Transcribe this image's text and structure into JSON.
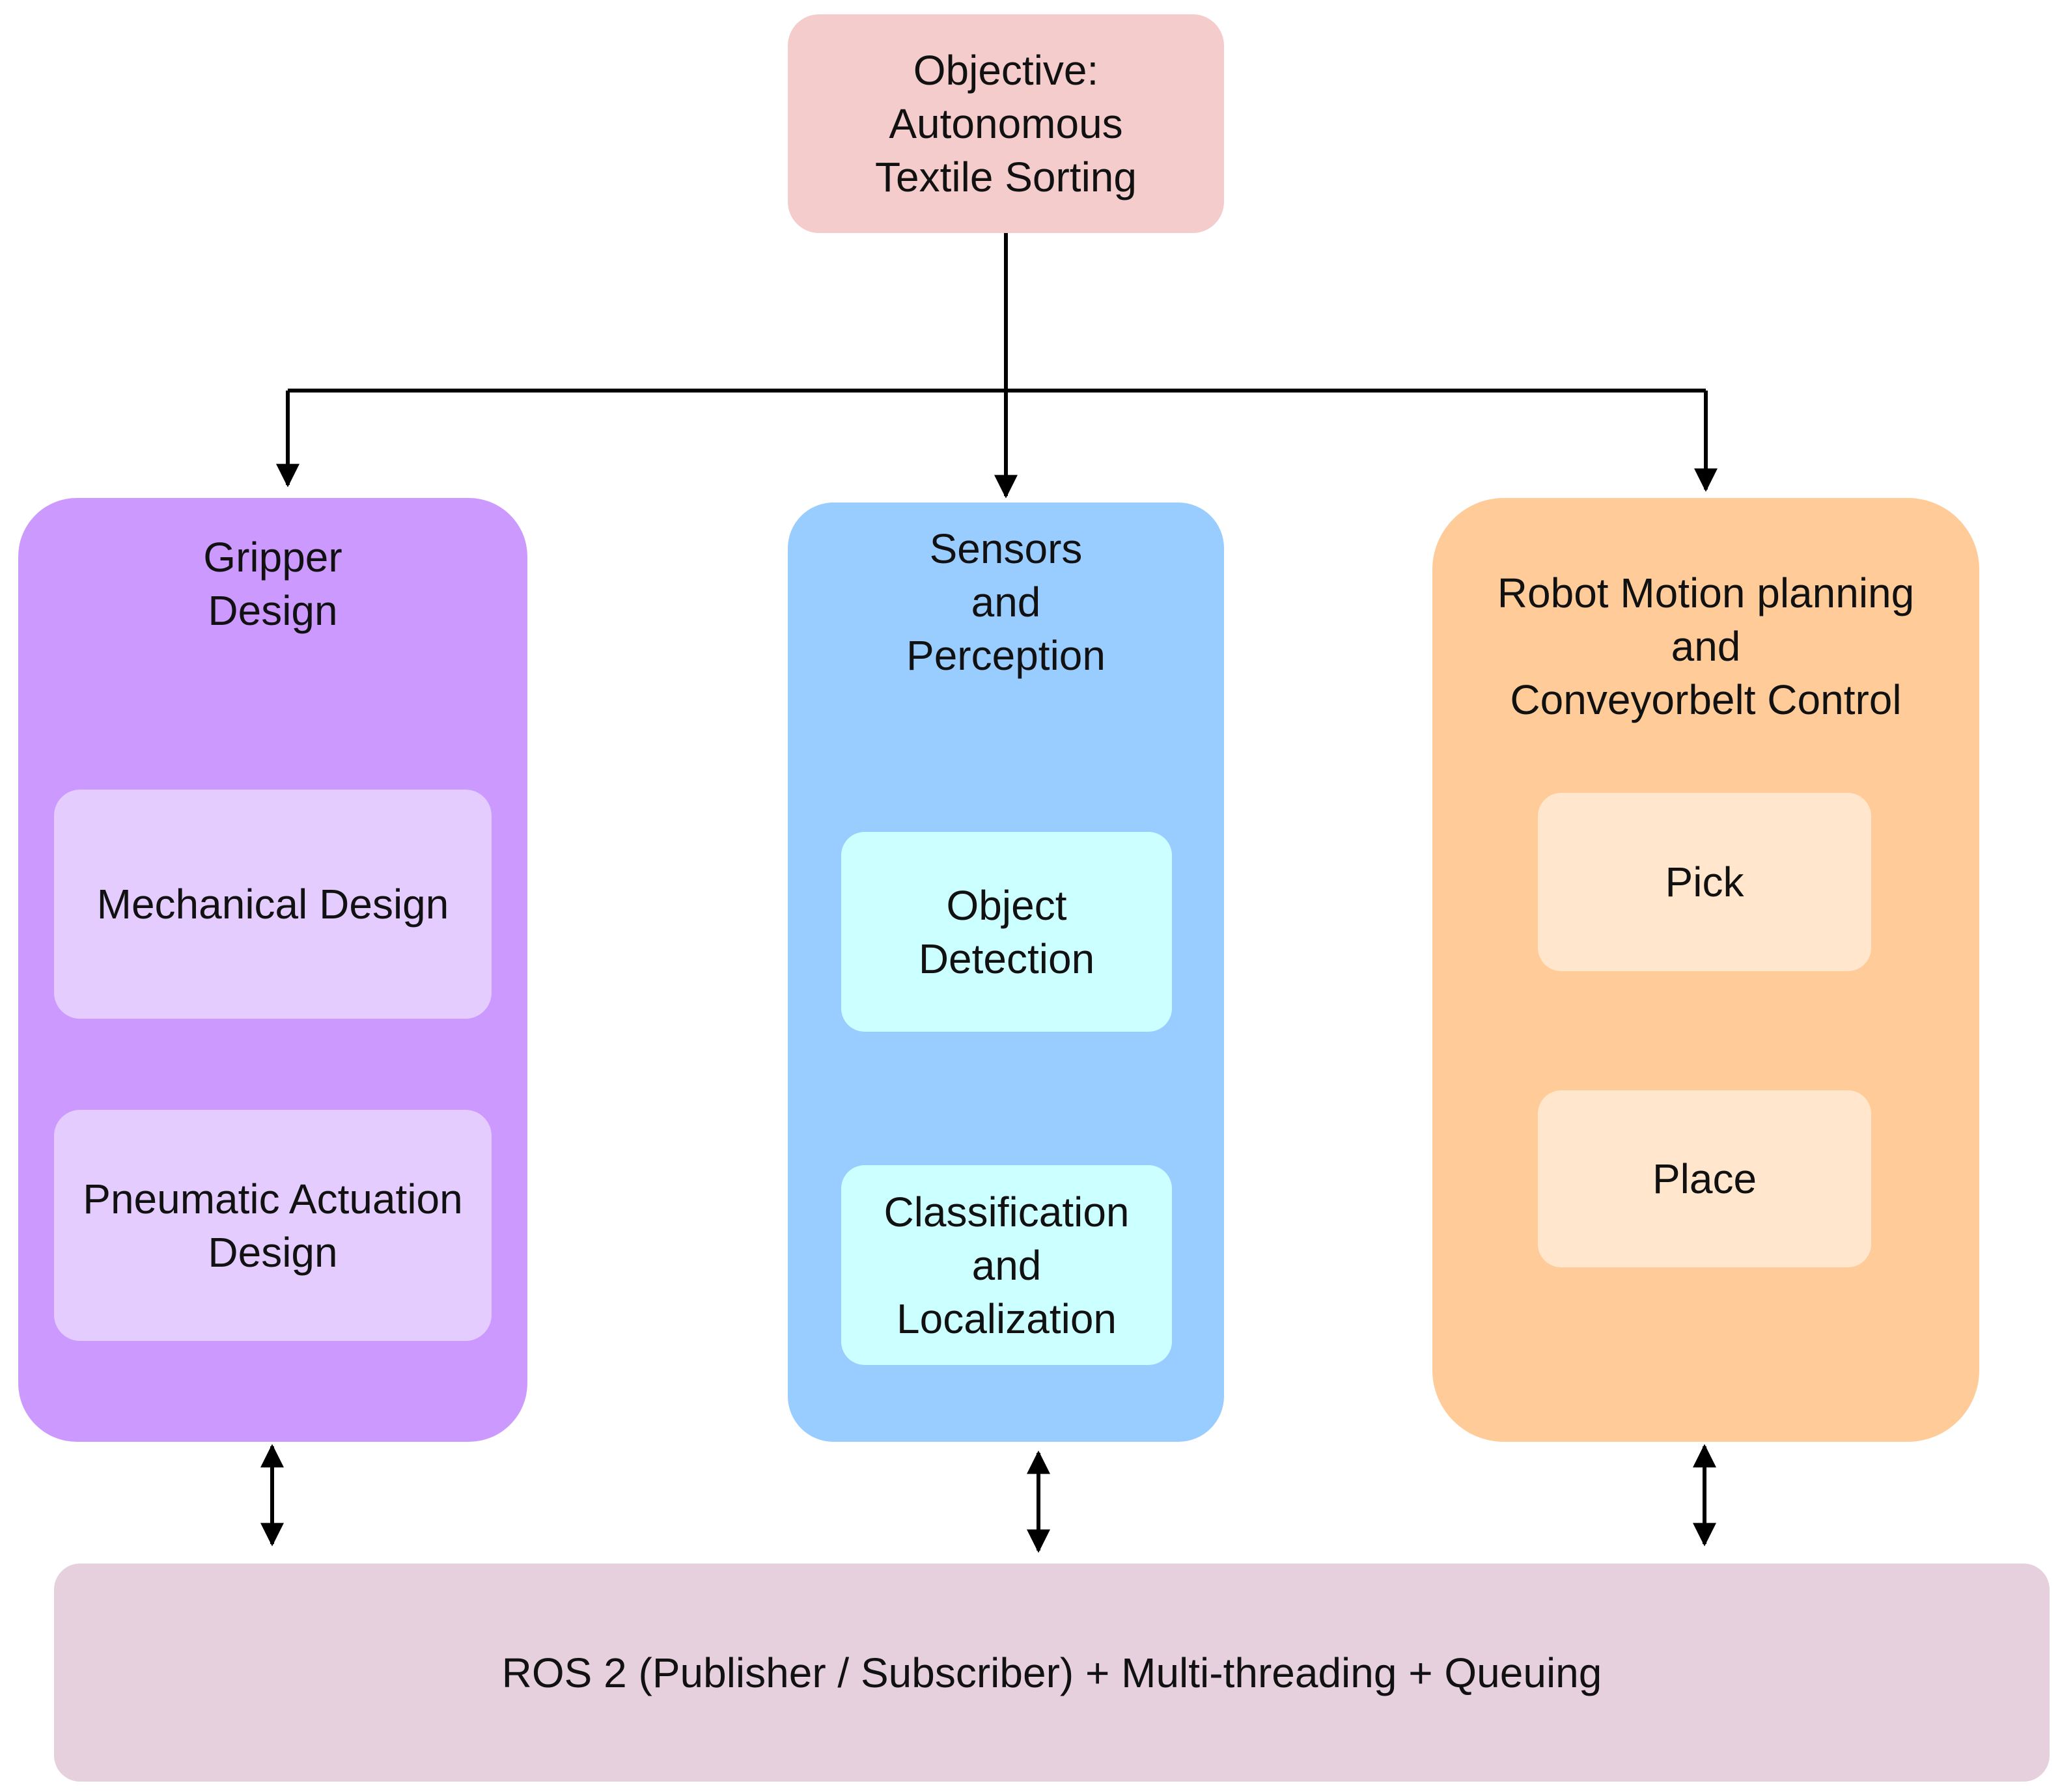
{
  "objective": {
    "label": "Objective:\nAutonomous\nTextile Sorting"
  },
  "gripper": {
    "title": "Gripper\nDesign",
    "mechanical": "Mechanical Design",
    "pneumatic": "Pneumatic Actuation\nDesign"
  },
  "sensors": {
    "title": "Sensors\nand\nPerception",
    "detection": "Object\nDetection",
    "classification": "Classification\nand\nLocalization"
  },
  "robot": {
    "title": "Robot Motion planning\nand\nConveyorbelt Control",
    "pick": "Pick",
    "place": "Place"
  },
  "ros": {
    "label": "ROS 2 (Publisher / Subscriber) + Multi-threading + Queuing"
  },
  "colors": {
    "objective": "#F4CCCC",
    "gripper_outer": "#CC99FF",
    "gripper_inner": "#E5CCFF",
    "sensors_outer": "#99CCFF",
    "sensors_inner": "#CCFFFF",
    "robot_outer": "#FFCC99",
    "robot_inner": "#FFE6CC",
    "ros": "#E6D0DE"
  }
}
